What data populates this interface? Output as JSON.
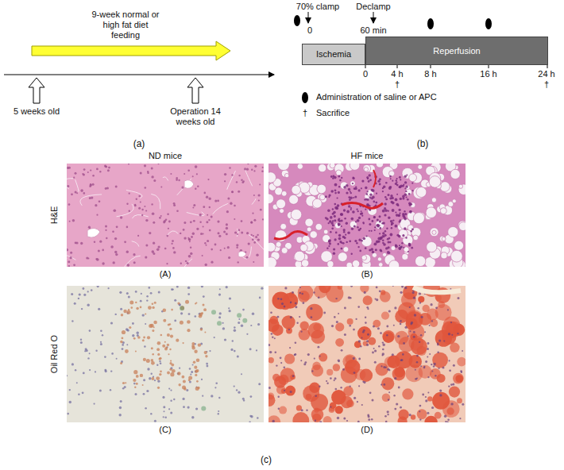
{
  "diagram": {
    "nodes": [
      {
        "text": [
          "Ischemia"
        ]
      },
      {
        "text": [
          "Reperfusion"
        ]
      },
      {
        "text": [
          "(A)"
        ]
      },
      {
        "text": [
          "(B)"
        ]
      },
      {
        "text": [
          "(C)"
        ]
      },
      {
        "text": [
          "(D)"
        ]
      }
    ],
    "labels": [
      "(a)",
      "9-week normal or high fat diet feeding",
      "5 weeks old",
      "Operation 14 weeks old",
      "70% clamp",
      "0",
      "Declamp",
      "60 min",
      "0",
      "4 h",
      "†",
      "8 h",
      "16 h",
      "24 h",
      "†",
      "†",
      "(b)",
      "ND mice",
      "HF mice",
      "H&E",
      "Oil Red O",
      "(c)"
    ],
    "legend": [
      {
        "text": "Administration of saline or APC"
      },
      {
        "text": "Sacrifice"
      }
    ]
  }
}
